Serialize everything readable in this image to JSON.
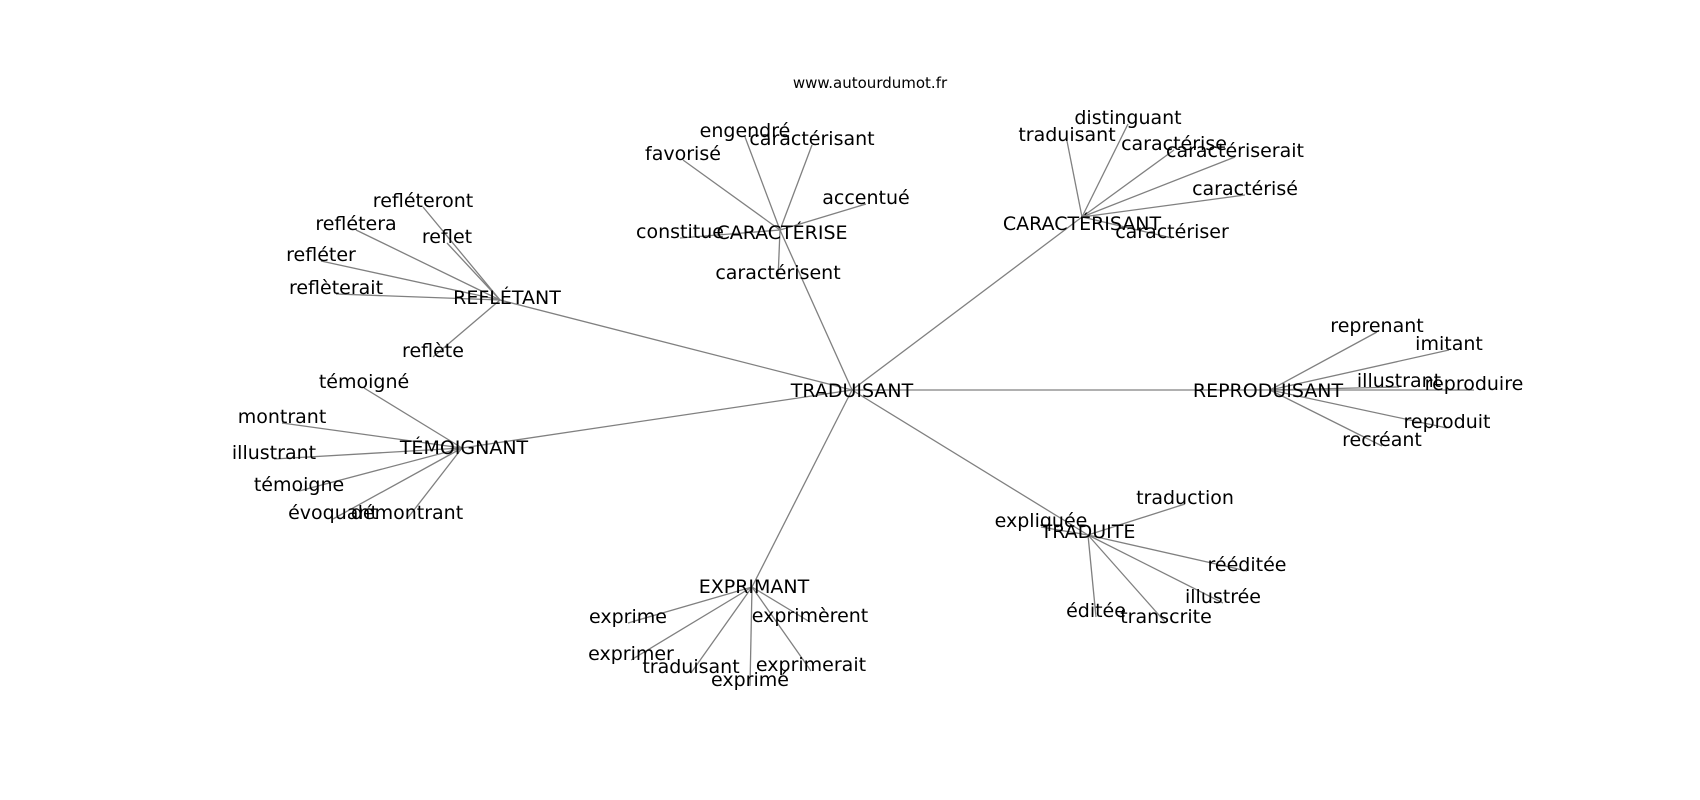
{
  "header": {
    "source": "www.autourdumot.fr"
  },
  "graph": {
    "center": "TRADUISANT",
    "hubs": [
      {
        "id": "caracterise",
        "label": "CARACTÉRISE",
        "leaves": [
          "engendré",
          "caractérisant",
          "favorisé",
          "accentué",
          "constitue",
          "caractérisent"
        ]
      },
      {
        "id": "caracterisant",
        "label": "CARACTÉRISANT",
        "leaves": [
          "distinguant",
          "traduisant",
          "caractérise",
          "caractériserait",
          "caractérisé",
          "caractériser"
        ]
      },
      {
        "id": "refletant",
        "label": "REFLÉTANT",
        "leaves": [
          "refléteront",
          "reflétera",
          "reflet",
          "refléter",
          "reflèterait",
          "reflète"
        ]
      },
      {
        "id": "reproduisant",
        "label": "REPRODUISANT",
        "leaves": [
          "reprenant",
          "imitant",
          "illustrant",
          "reproduire",
          "reproduit",
          "recréant"
        ]
      },
      {
        "id": "temoignant",
        "label": "TÉMOIGNANT",
        "leaves": [
          "témoigné",
          "montrant",
          "illustrant",
          "témoigne",
          "évoquant",
          "démontrant"
        ]
      },
      {
        "id": "traduite",
        "label": "TRADUITE",
        "leaves": [
          "traduction",
          "expliquée",
          "rééditée",
          "illustrée",
          "éditée",
          "transcrite"
        ]
      },
      {
        "id": "exprimant",
        "label": "EXPRIMANT",
        "leaves": [
          "exprime",
          "exprimèrent",
          "exprimer",
          "traduisant",
          "exprimerait",
          "exprimé"
        ]
      }
    ]
  }
}
